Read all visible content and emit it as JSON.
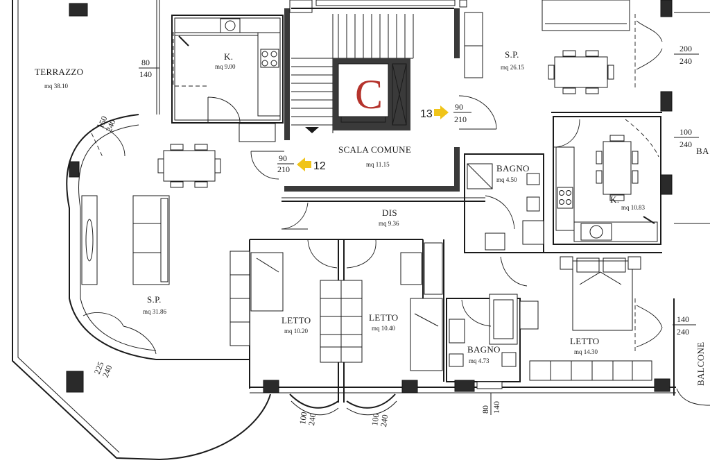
{
  "rooms": {
    "terrazzo": {
      "name": "TERRAZZO",
      "area": "mq 38.10"
    },
    "kitchen_left": {
      "name": "K.",
      "area": "mq 9.00"
    },
    "living_left": {
      "name": "S.P.",
      "area": "mq 31.86"
    },
    "stairs": {
      "name": "SCALA COMUNE",
      "area": "mq 11.15"
    },
    "living_right": {
      "name": "S.P.",
      "area": "mq 26.15"
    },
    "bath_top": {
      "name": "BAGNO",
      "area": "mq 4.50"
    },
    "kitchen_right": {
      "name": "K.",
      "area": "mq 10.83"
    },
    "dis": {
      "name": "DIS",
      "area": "mq 9.36"
    },
    "letto_1": {
      "name": "LETTO",
      "area": "mq 10.20"
    },
    "letto_2": {
      "name": "LETTO",
      "area": "mq 10.40"
    },
    "bath_bottom": {
      "name": "BAGNO",
      "area": "mq 4.73"
    },
    "letto_3": {
      "name": "LETTO",
      "area": "mq 14.30"
    },
    "balcone": {
      "name": "BALCONE"
    },
    "edge_ba": {
      "name": "BA"
    }
  },
  "lift": {
    "letter": "C",
    "color": "#b5332c"
  },
  "entrances": [
    {
      "number": "12",
      "dim_top": "90",
      "dim_bottom": "210",
      "arrow_color": "#f0c419"
    },
    {
      "number": "13",
      "dim_top": "90",
      "dim_bottom": "210",
      "arrow_color": "#f0c419"
    }
  ],
  "dims": {
    "terrazzo_door": {
      "top": "80",
      "bottom": "140"
    },
    "curved_top": {
      "top": "150",
      "bottom": "240"
    },
    "curved_bottom": {
      "top": "225",
      "bottom": "240"
    },
    "letto1_window": {
      "top": "100",
      "bottom": "240"
    },
    "letto2_window": {
      "top": "100",
      "bottom": "240"
    },
    "bath_window": {
      "top": "80",
      "bottom": "140"
    },
    "right_top": {
      "top": "200",
      "bottom": "240"
    },
    "right_mid": {
      "top": "100",
      "bottom": "240"
    },
    "right_bottom": {
      "top": "140",
      "bottom": "240"
    }
  }
}
